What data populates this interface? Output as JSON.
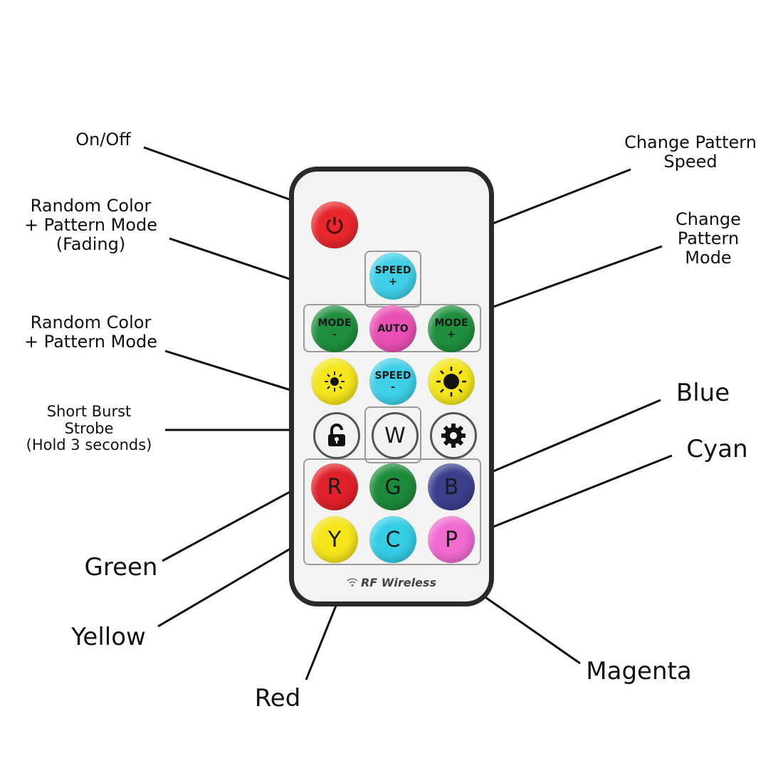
{
  "labels": {
    "on_off": "On/Off",
    "random_fading": "Random Color\n+ Pattern Mode\n(Fading)",
    "random_mode": "Random Color\n+ Pattern Mode",
    "strobe": "Short Burst\nStrobe\n(Hold 3 seconds)",
    "green": "Green",
    "yellow": "Yellow",
    "red": "Red",
    "magenta": "Magenta",
    "pattern_speed": "Change Pattern\nSpeed",
    "pattern_mode": "Change\nPattern\nMode",
    "blue": "Blue",
    "cyan": "Cyan"
  },
  "remote": {
    "buttons": {
      "power": {
        "icon": "power-icon",
        "color": "#e8262e"
      },
      "speed_plus": {
        "top": "SPEED",
        "bottom": "+",
        "color": "#3fd0e8"
      },
      "mode_minus": {
        "top": "MODE",
        "bottom": "-",
        "color": "#1f8f3e"
      },
      "auto": {
        "top": "AUTO",
        "color": "#e94fb4"
      },
      "mode_plus": {
        "top": "MODE",
        "bottom": "+",
        "color": "#1f8f3e"
      },
      "bright_down": {
        "icon": "sun-small-icon",
        "color": "#f4e51c"
      },
      "speed_minus": {
        "top": "SPEED",
        "bottom": "-",
        "color": "#3fd0e8"
      },
      "bright_up": {
        "icon": "sun-large-icon",
        "color": "#f4e51c"
      },
      "lock": {
        "icon": "lock-icon"
      },
      "white": {
        "top": "W"
      },
      "settings": {
        "icon": "gear-icon"
      },
      "red": {
        "top": "R",
        "color": "#e0202a"
      },
      "green": {
        "top": "G",
        "color": "#1c8a3a"
      },
      "blue": {
        "top": "B",
        "color": "#3a3f8c"
      },
      "yellow": {
        "top": "Y",
        "color": "#f5e41a"
      },
      "cyan": {
        "top": "C",
        "color": "#34cde6"
      },
      "pink": {
        "top": "P",
        "color": "#f06ad0"
      }
    },
    "footer": "RF Wireless"
  }
}
